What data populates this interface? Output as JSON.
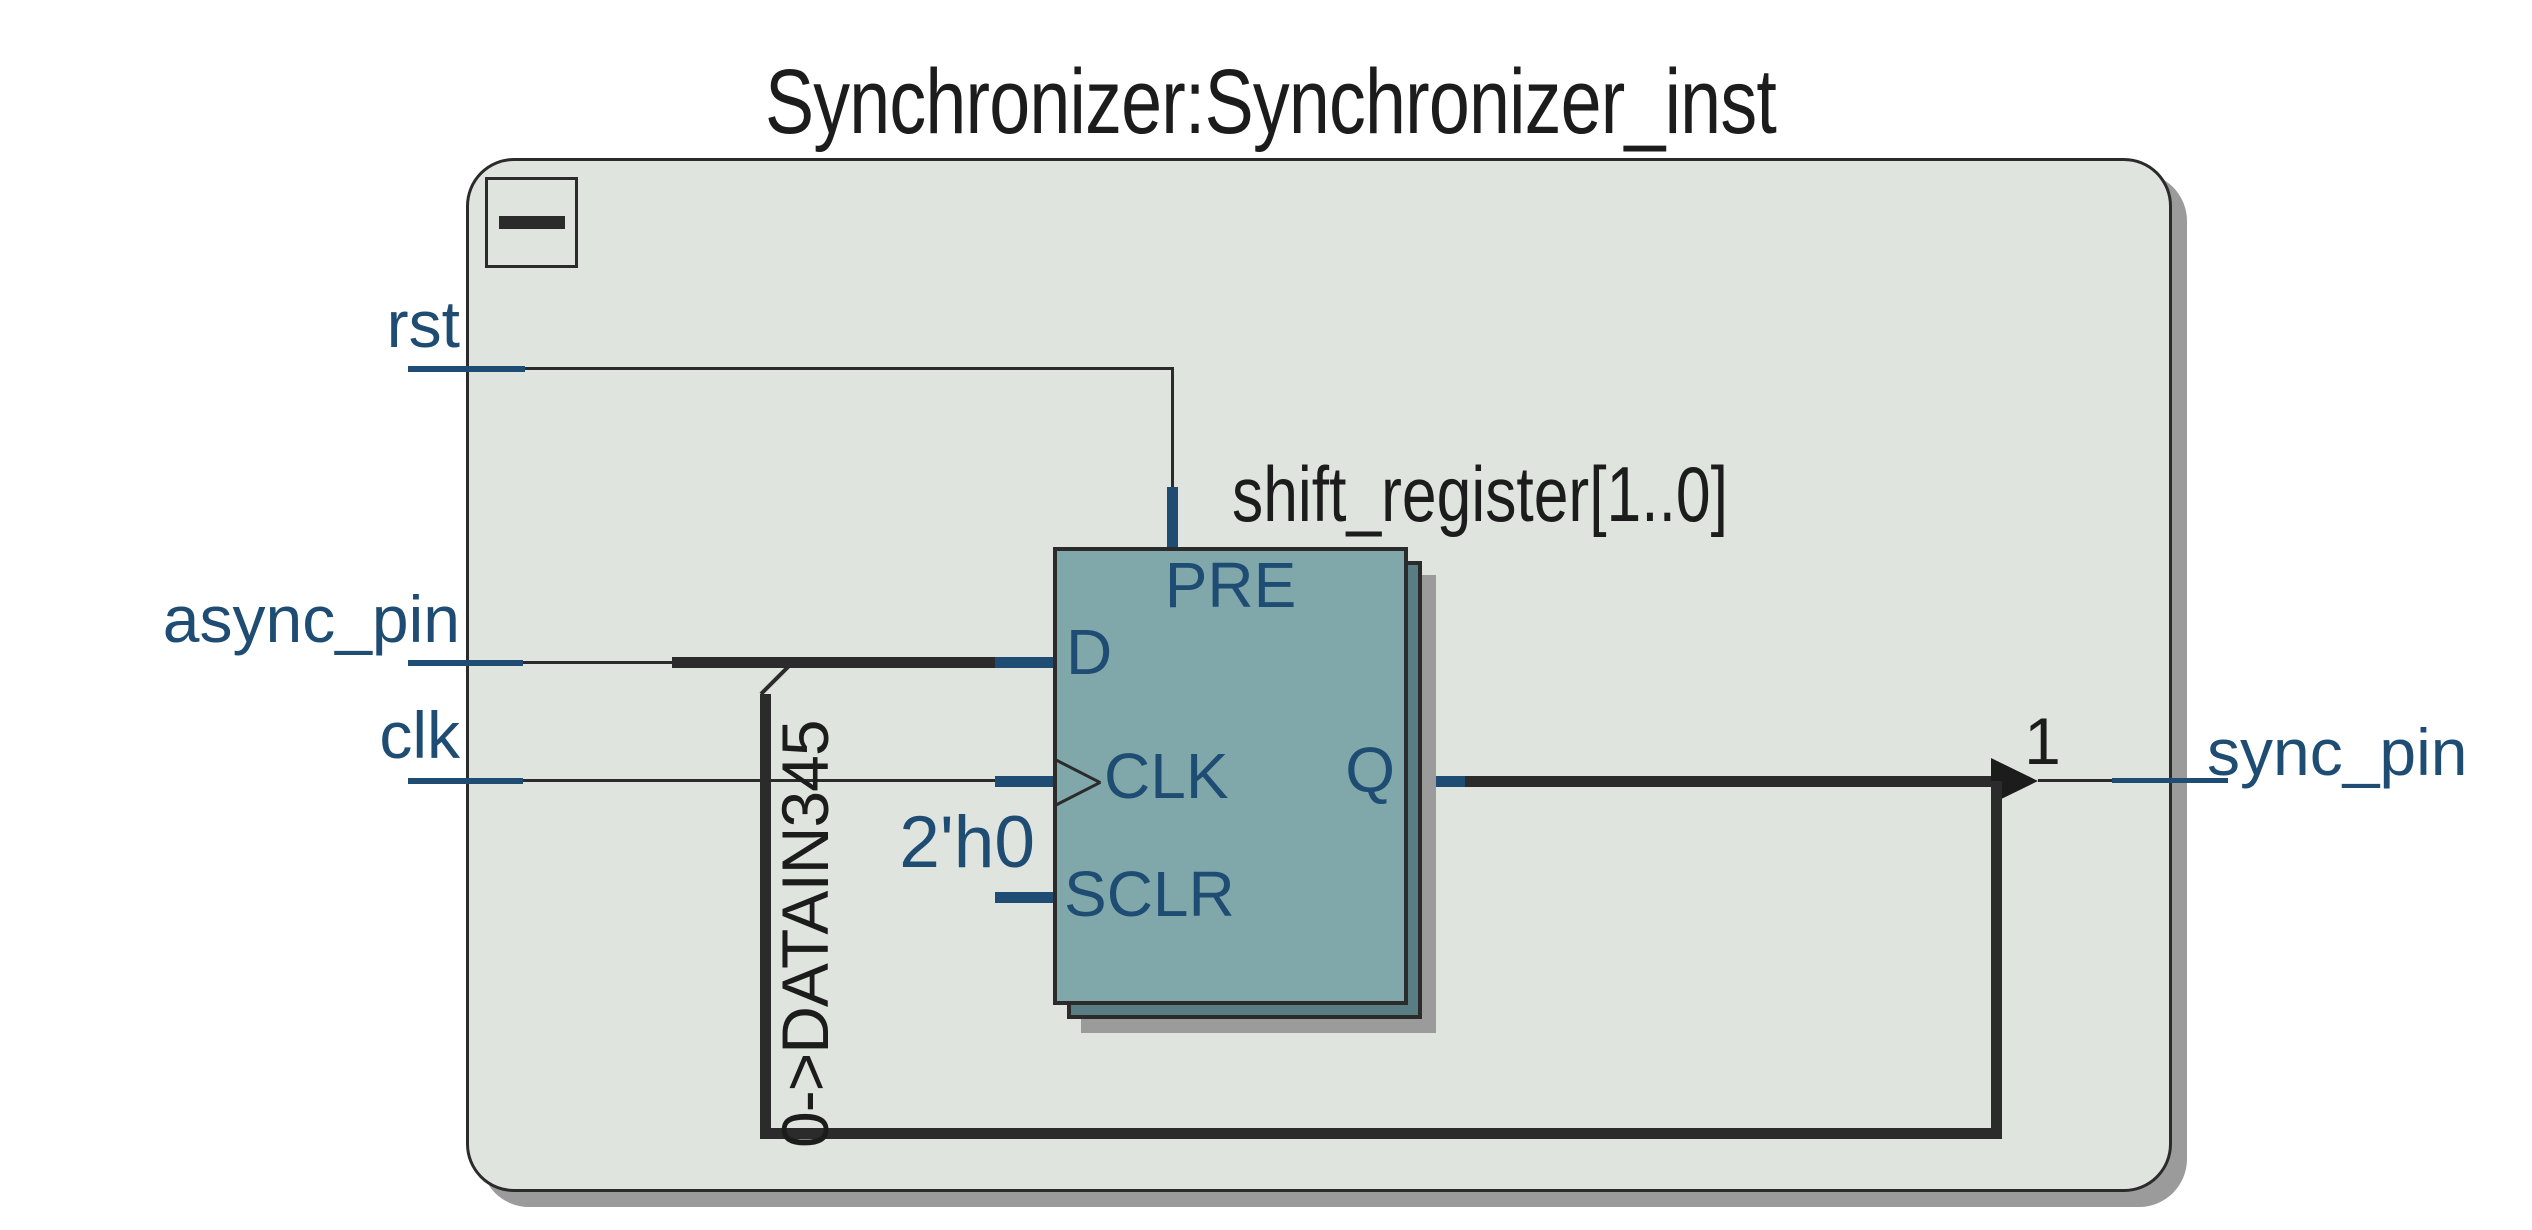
{
  "title": "Synchronizer:Synchronizer_inst",
  "inputs": {
    "rst": "rst",
    "async_pin": "async_pin",
    "clk": "clk"
  },
  "output": {
    "sync_pin": "sync_pin",
    "bit_index": "1"
  },
  "register": {
    "name": "shift_register[1..0]",
    "ports": {
      "pre": "PRE",
      "d": "D",
      "clk": "CLK",
      "sclr": "SCLR",
      "q": "Q"
    },
    "sclr_constant": "2'h0",
    "feedback_label": "0->DATAIN345"
  },
  "icons": {
    "collapse": "minus-icon"
  },
  "colors": {
    "module_fill": "#dfe5de",
    "module_border": "#2b2b2b",
    "register_fill": "#80a8ab",
    "register_fill_back": "#587e84",
    "shadow_gray": "#9b9b9b",
    "net_blue": "#1f4c72",
    "net_dark": "#2b2b2b",
    "text_black": "#1c1c1c"
  }
}
